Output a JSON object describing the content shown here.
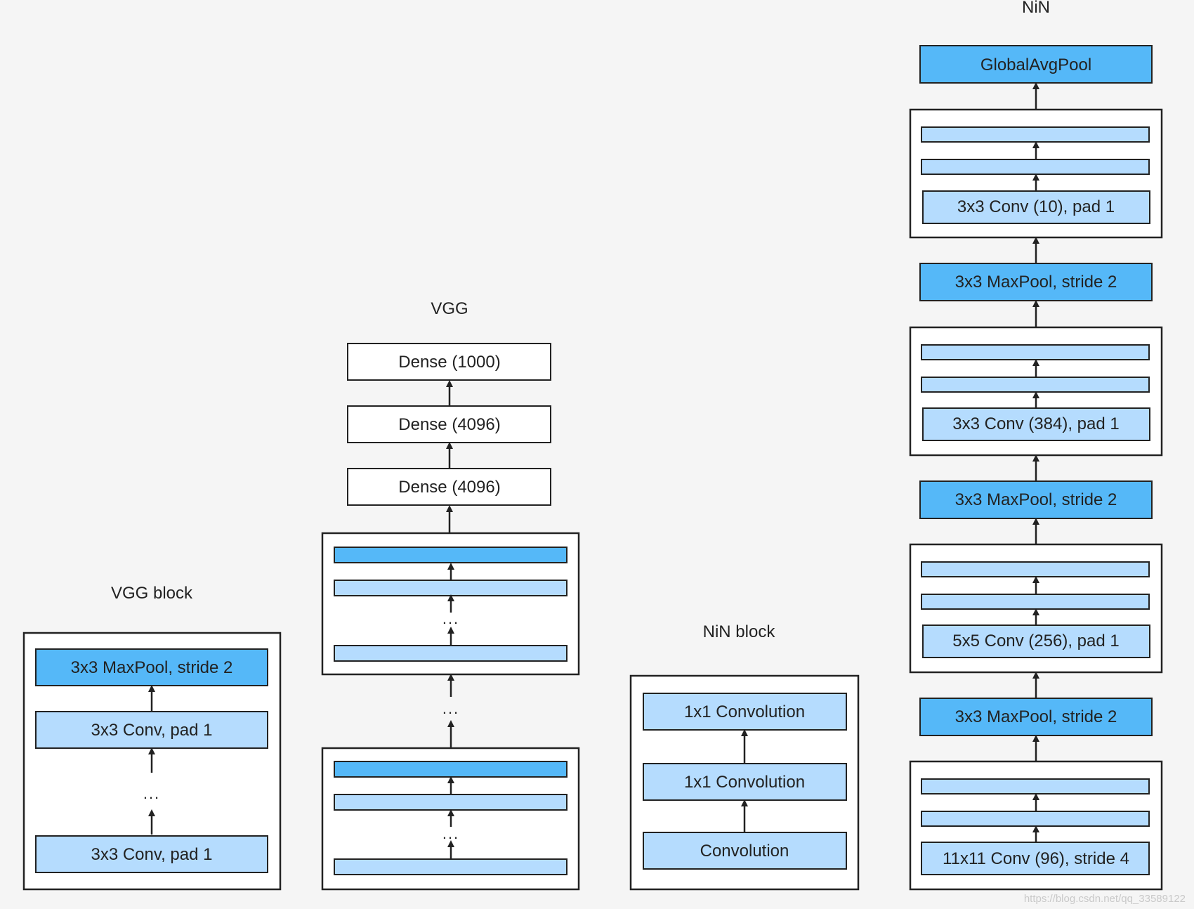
{
  "vgg_block": {
    "title": "VGG block",
    "maxpool": "3x3 MaxPool, stride 2",
    "conv_top": "3x3 Conv, pad 1",
    "conv_bottom": "3x3 Conv, pad 1",
    "ellipsis": "..."
  },
  "vgg": {
    "title": "VGG",
    "dense_out": "Dense (1000)",
    "dense_2": "Dense (4096)",
    "dense_1": "Dense (4096)",
    "ellipsis": "..."
  },
  "nin_block": {
    "title": "NiN block",
    "layer_top": "1x1 Convolution",
    "layer_mid": "1x1 Convolution",
    "layer_bottom": "Convolution"
  },
  "nin": {
    "title": "NiN",
    "global_pool": "GlobalAvgPool",
    "block4_conv": "3x3 Conv (10), pad 1",
    "maxpool3": "3x3 MaxPool, stride 2",
    "block3_conv": "3x3 Conv (384), pad 1",
    "maxpool2": "3x3 MaxPool, stride 2",
    "block2_conv": "5x5 Conv (256), pad 1",
    "maxpool1": "3x3 MaxPool, stride 2",
    "block1_conv": "11x11 Conv (96), stride 4"
  },
  "watermark": "https://blog.csdn.net/qq_33589122",
  "colors": {
    "background": "#f5f5f5",
    "light_blue": "#b5dcfe",
    "dark_blue": "#55b8f8",
    "stroke": "#222222"
  }
}
